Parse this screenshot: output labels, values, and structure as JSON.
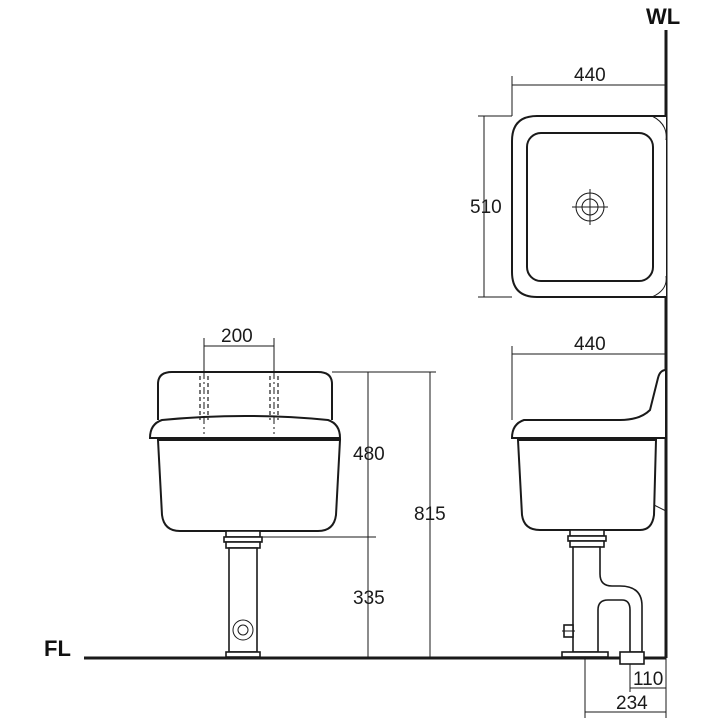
{
  "labels": {
    "wall": "WL",
    "floor": "FL"
  },
  "dimensions": {
    "top_width": "440",
    "top_depth": "510",
    "side_width": "440",
    "front_tap_spacing": "200",
    "front_basin_height": "480",
    "front_total_height": "815",
    "front_floor_to_basin": "335",
    "side_trap_offset": "110",
    "side_trap_depth": "234"
  }
}
